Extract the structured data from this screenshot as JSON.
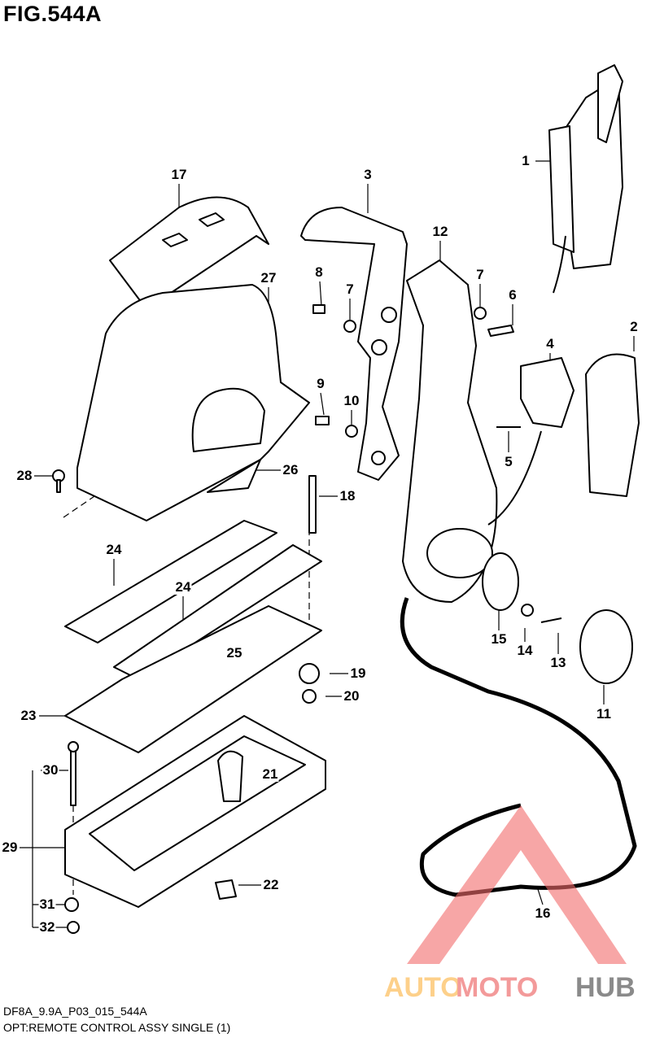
{
  "figure": {
    "title": "FIG.544A",
    "drawing_code": "DF8A_9.9A_P03_015_544A",
    "caption": "OPT:REMOTE CONTROL ASSY SINGLE (1)"
  },
  "callouts": [
    "1",
    "17",
    "3",
    "12",
    "27",
    "8",
    "7",
    "7",
    "6",
    "2",
    "4",
    "9",
    "10",
    "5",
    "28",
    "26",
    "18",
    "24",
    "24",
    "25",
    "15",
    "14",
    "13",
    "19",
    "20",
    "11",
    "23",
    "30",
    "21",
    "29",
    "22",
    "31",
    "32",
    "16"
  ],
  "watermark": {
    "text_a": "AUTO",
    "text_b": "MOTO",
    "text_c": "HUB",
    "colors": {
      "auto": "#fdd08a",
      "moto": "#f39a9a",
      "hub": "#8a8a8a",
      "triangle": "#f26a6a"
    }
  }
}
